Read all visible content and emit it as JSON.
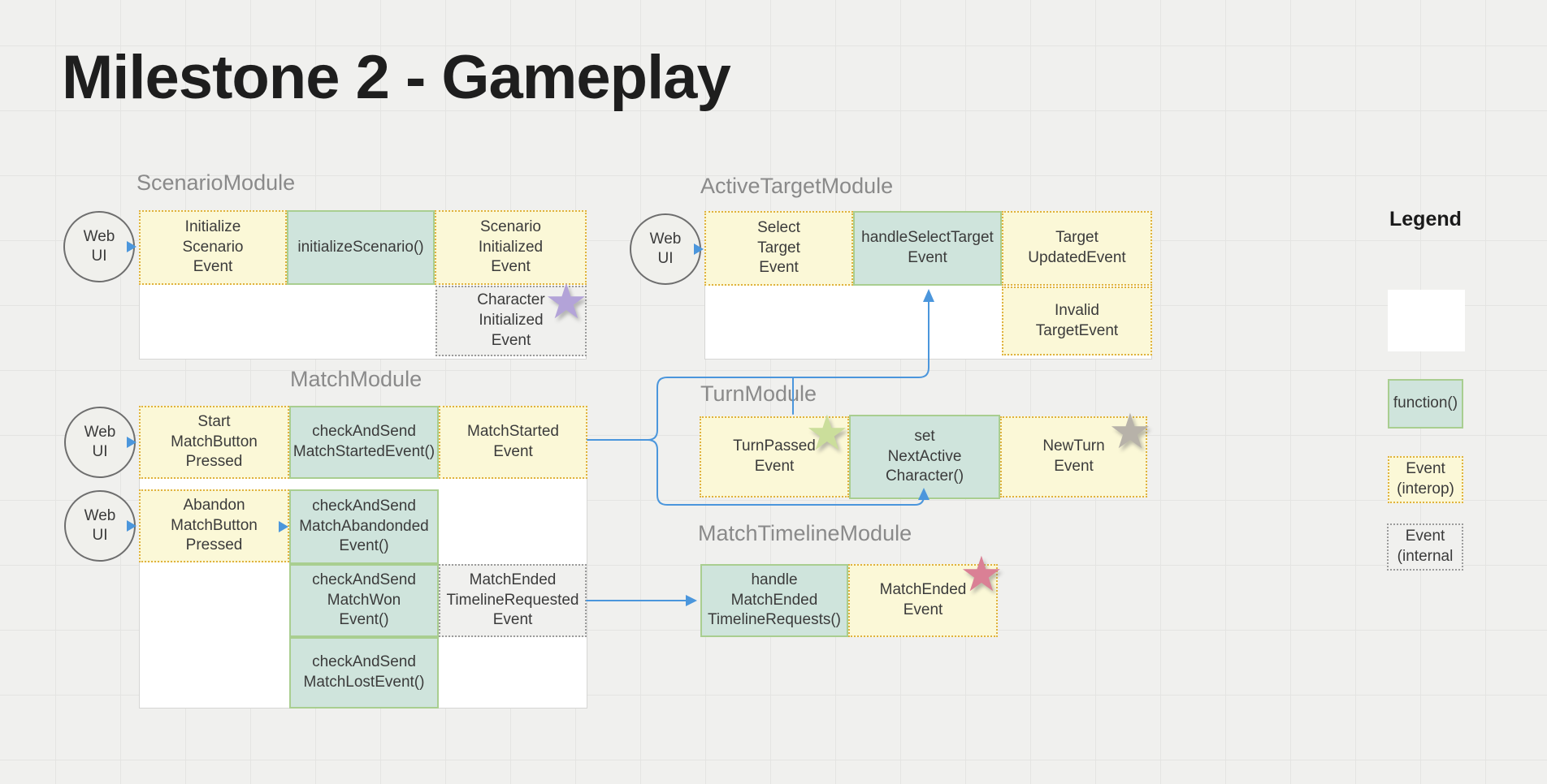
{
  "title": "Milestone 2 - Gameplay",
  "icons": {
    "star": "★"
  },
  "colors": {
    "canvas": "#f0f0ee",
    "connector_blue": "#4b96dc",
    "event_interop_fill": "#fbf8d7",
    "event_interop_border": "#e0b23e",
    "function_fill": "#cfe4dc",
    "function_border": "#a9ce90",
    "event_internal_fill": "#f0f0ee",
    "event_internal_border": "#9b9b9b",
    "star_purple": "#b3a3d8",
    "star_green": "#cbde9b",
    "star_gray": "#b7b2a9",
    "star_pink": "#da8095"
  },
  "modules": {
    "scenario": {
      "label": "ScenarioModule",
      "actor": "Web\nUI",
      "cells": {
        "initialize_event": "Initialize\nScenario\nEvent",
        "initialize_fn": "initializeScenario()",
        "initialized_event": "Scenario\nInitialized\nEvent",
        "character_event": "Character\nInitialized\nEvent"
      }
    },
    "active_target": {
      "label": "ActiveTargetModule",
      "actor": "Web\nUI",
      "cells": {
        "select_event": "Select\nTarget\nEvent",
        "handle_fn": "handleSelectTarget\nEvent",
        "updated_event": "Target\nUpdatedEvent",
        "invalid_event": "Invalid\nTargetEvent"
      }
    },
    "match": {
      "label": "MatchModule",
      "actor_start": "Web\nUI",
      "actor_abandon": "Web\nUI",
      "cells": {
        "start_pressed": "Start\nMatchButton\nPressed",
        "check_started_fn": "checkAndSend\nMatchStartedEvent()",
        "started_event": "MatchStarted\nEvent",
        "abandon_pressed": "Abandon\nMatchButton\nPressed",
        "check_abandoned_fn": "checkAndSend\nMatchAbandonded\nEvent()",
        "check_won_fn": "checkAndSend\nMatchWon\nEvent()",
        "ended_timeline_event": "MatchEnded\nTimelineRequested\nEvent",
        "check_lost_fn": "checkAndSend\nMatchLostEvent()"
      }
    },
    "turn": {
      "label": "TurnModule",
      "cells": {
        "turn_passed_event": "TurnPassed\nEvent",
        "set_next_fn": "set\nNextActive\nCharacter()",
        "new_turn_event": "NewTurn\nEvent"
      }
    },
    "timeline": {
      "label": "MatchTimelineModule",
      "cells": {
        "handle_fn": "handle\nMatchEnded\nTimelineRequests()",
        "ended_event": "MatchEnded\nEvent"
      }
    }
  },
  "legend": {
    "title": "Legend",
    "module_label": "",
    "function_label": "function()",
    "interop_label": "Event\n(interop)",
    "internal_label": "Event\n(internal"
  }
}
